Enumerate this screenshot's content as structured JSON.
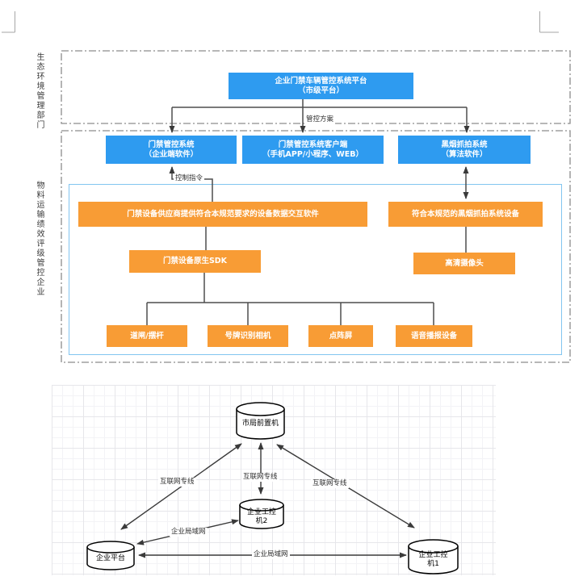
{
  "colors": {
    "box_blue": "#2E9BF0",
    "box_orange": "#F89C35",
    "container_border": "#82C5F0",
    "dash_border": "#8C8C8C"
  },
  "sections": {
    "government_label": "生态环境管理部门",
    "enterprise_label": "物料运输绩效评级管控企业"
  },
  "flowchart": {
    "platform": {
      "line1": "企业门禁车辆管控系统平台",
      "line2": "（市级平台）"
    },
    "edge_plan": "管控方案",
    "edge_command": "控制指令",
    "access_system": {
      "line1": "门禁管控系统",
      "line2": "（企业端软件）"
    },
    "client_system": {
      "line1": "门禁管控系统客户端",
      "line2": "（手机APP/小程序、WEB）"
    },
    "smoke_system": {
      "line1": "黑烟抓拍系统",
      "line2": "（算法软件）"
    },
    "vendor_software": "门禁设备供应商提供符合本规范要求的设备数据交互软件",
    "smoke_device": "符合本规范的黑烟抓拍系统设备",
    "native_sdk": "门禁设备原生SDK",
    "hd_camera": "高清摄像头",
    "devices": [
      "道闸/摆杆",
      "号牌识别相机",
      "点阵屏",
      "语音播报设备"
    ]
  },
  "network": {
    "nodes": {
      "city_front_server": "市局前置机",
      "ipc2": {
        "line1": "企业工控",
        "line2": "机2"
      },
      "enterprise_platform": "企业平台",
      "ipc1": {
        "line1": "企业工控",
        "line2": "机1"
      }
    },
    "labels": {
      "internet": "互联网专线",
      "lan": "企业局域网"
    }
  }
}
